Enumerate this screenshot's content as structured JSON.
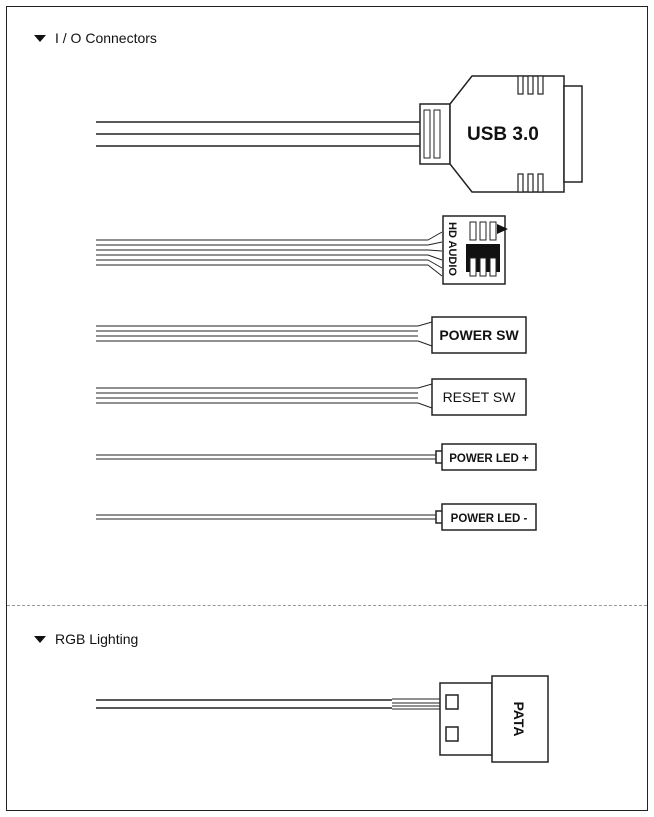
{
  "sections": {
    "io": {
      "title": "I / O Connectors"
    },
    "rgb": {
      "title": "RGB Lighting"
    }
  },
  "connectors": {
    "usb": "USB 3.0",
    "hd_audio": "HD AUDIO",
    "power_sw": "POWER SW",
    "reset_sw": "RESET SW",
    "power_led_pos": "POWER LED +",
    "power_led_neg": "POWER LED -",
    "pata": "PATA"
  }
}
